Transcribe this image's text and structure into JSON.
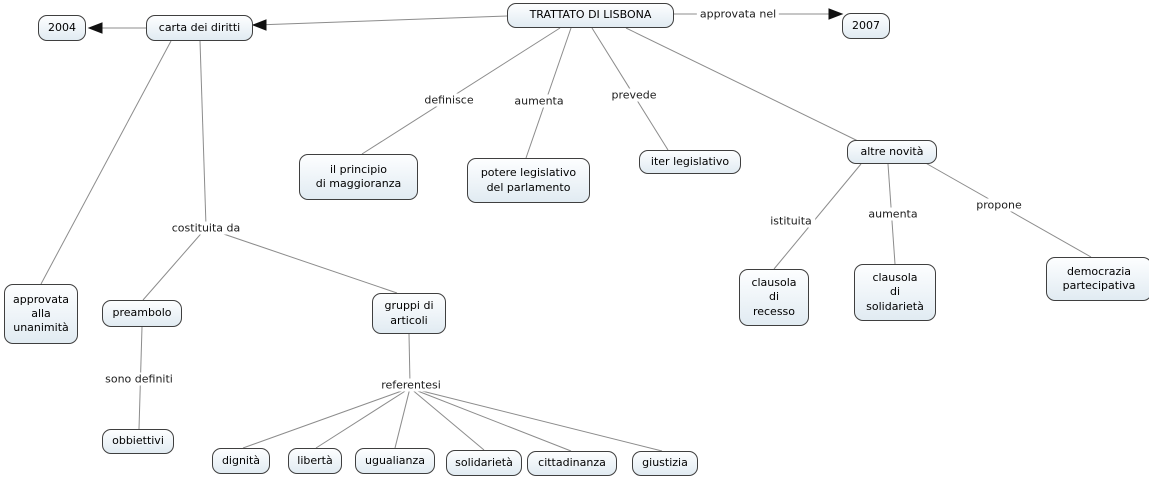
{
  "diagram": {
    "title": "TRATTATO DI LISBONA",
    "type": "concept-map",
    "background_color": "#ffffff",
    "node_border_color": "#3f3f3f",
    "node_fill": "#e9f0f5",
    "line_color": "#8c8c8c"
  },
  "nodes": {
    "trattato": {
      "label": "TRATTATO DI LISBONA"
    },
    "anno_2004": {
      "label": "2004"
    },
    "carta": {
      "label": "carta dei diritti"
    },
    "anno_2007": {
      "label": "2007"
    },
    "principio": {
      "label": "il principio\ndi maggioranza"
    },
    "potere": {
      "label": "potere legislativo\ndel parlamento"
    },
    "iter": {
      "label": "iter legislativo"
    },
    "altre_novita": {
      "label": "altre novità"
    },
    "approvata_unanimita": {
      "label": "approvata\nalla\nunanimità"
    },
    "preambolo": {
      "label": "preambolo"
    },
    "gruppi_articoli": {
      "label": "gruppi di\narticoli"
    },
    "clausola_recesso": {
      "label": "clausola\ndi\nrecesso"
    },
    "clausola_solidarieta": {
      "label": "clausola\ndi\nsolidarietà"
    },
    "democrazia": {
      "label": "democrazia\npartecipativa"
    },
    "obbiettivi": {
      "label": "obbiettivi"
    },
    "dignita": {
      "label": "dignità"
    },
    "liberta": {
      "label": "libertà"
    },
    "ugualianza": {
      "label": "ugualianza"
    },
    "solidarieta": {
      "label": "solidarietà"
    },
    "cittadinanza": {
      "label": "cittadinanza"
    },
    "giustizia": {
      "label": "giustizia"
    }
  },
  "edge_labels": {
    "approvata_nel": "approvata nel",
    "definisce": "definisce",
    "aumenta_1": "aumenta",
    "prevede": "prevede",
    "istituita": "istituita",
    "aumenta_2": "aumenta",
    "propone": "propone",
    "costituita_da": "costituita da",
    "sono_definiti": "sono definiti",
    "referentesi": "referentesi"
  },
  "edges": [
    {
      "from": "TRATTATO DI LISBONA",
      "label": "approvata nel",
      "to": "2007"
    },
    {
      "from": "TRATTATO DI LISBONA",
      "label": "",
      "to": "carta dei diritti"
    },
    {
      "from": "carta dei diritti",
      "label": "",
      "to": "2004"
    },
    {
      "from": "TRATTATO DI LISBONA",
      "label": "definisce",
      "to": "il principio di maggioranza"
    },
    {
      "from": "TRATTATO DI LISBONA",
      "label": "aumenta",
      "to": "potere legislativo del parlamento"
    },
    {
      "from": "TRATTATO DI LISBONA",
      "label": "prevede",
      "to": "iter legislativo"
    },
    {
      "from": "TRATTATO DI LISBONA",
      "label": "",
      "to": "altre novità"
    },
    {
      "from": "carta dei diritti",
      "label": "",
      "to": "approvata alla unanimità"
    },
    {
      "from": "carta dei diritti",
      "label": "costituita da",
      "to": "preambolo"
    },
    {
      "from": "carta dei diritti",
      "label": "costituita da",
      "to": "gruppi di articoli"
    },
    {
      "from": "preambolo",
      "label": "sono definiti",
      "to": "obbiettivi"
    },
    {
      "from": "gruppi di articoli",
      "label": "referentesi",
      "to": "dignità"
    },
    {
      "from": "gruppi di articoli",
      "label": "referentesi",
      "to": "libertà"
    },
    {
      "from": "gruppi di articoli",
      "label": "referentesi",
      "to": "ugualianza"
    },
    {
      "from": "gruppi di articoli",
      "label": "referentesi",
      "to": "solidarietà"
    },
    {
      "from": "gruppi di articoli",
      "label": "referentesi",
      "to": "cittadinanza"
    },
    {
      "from": "gruppi di articoli",
      "label": "referentesi",
      "to": "giustizia"
    },
    {
      "from": "altre novità",
      "label": "istituita",
      "to": "clausola di recesso"
    },
    {
      "from": "altre novità",
      "label": "aumenta",
      "to": "clausola di solidarietà"
    },
    {
      "from": "altre novità",
      "label": "propone",
      "to": "democrazia partecipativa"
    }
  ]
}
